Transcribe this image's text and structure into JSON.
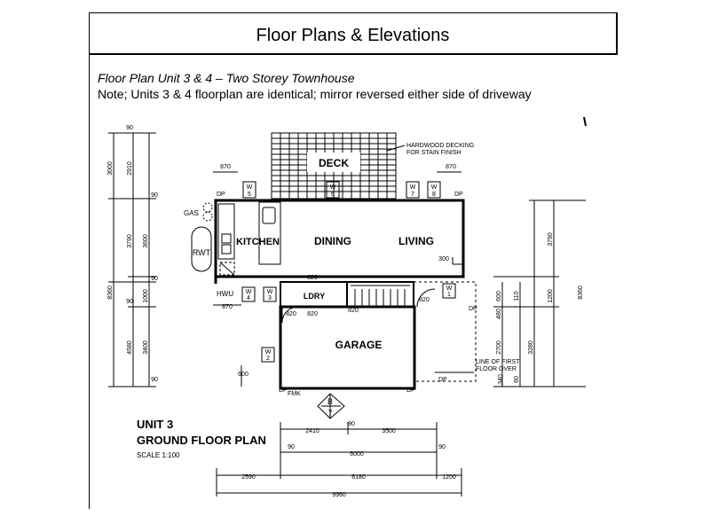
{
  "header": {
    "title": "Floor Plans & Elevations",
    "subtitle": "Floor Plan Unit 3 & 4 – Two Storey Townhouse",
    "note": "Note; Units 3 & 4 floorplan are identical; mirror reversed either side of driveway"
  },
  "plan": {
    "unit": "UNIT 3",
    "plan_name": "GROUND FLOOR PLAN",
    "scale": "SCALE 1:100",
    "rooms": {
      "deck": "DECK",
      "kitchen": "KITCHEN",
      "dining": "DINING",
      "living": "LIVING",
      "garage": "GARAGE",
      "ldry": "LDRY"
    },
    "notes": {
      "decking": "HARDWOOD DECKING",
      "decking2": "FOR STAIN FINISH",
      "first_floor": "LINE OF FIRST",
      "first_floor2": "FLOOR OVER",
      "gas": "GAS",
      "rwt": "RWT",
      "hwu": "HWU",
      "fmk": "FMK",
      "section": "B",
      "section_sheet": "7"
    },
    "windows": {
      "w5": "W",
      "w5n": "5",
      "w6": "W",
      "w6n": "6",
      "w7": "W",
      "w7n": "7",
      "w8": "W",
      "w8n": "8",
      "w3": "W",
      "w3n": "3",
      "w4": "W",
      "w4n": "4",
      "w1": "W",
      "w1n": "1",
      "w2": "W",
      "w2n": "2"
    },
    "dp": "DP",
    "dims": {
      "d870a": "870",
      "d870b": "870",
      "d870c": "870",
      "d820a": "820",
      "d820b": "820",
      "d820c": "820",
      "d820d": "820",
      "d820e": "820",
      "d300": "300",
      "d600": "600",
      "d90a": "90",
      "d90b": "90",
      "d90c": "90",
      "d90d": "90",
      "d90e": "90",
      "d90f": "90",
      "d90g": "90",
      "l3000": "3000",
      "l2910": "2910",
      "l3790": "3790",
      "l3600": "3600",
      "l8360": "8360",
      "l1000": "1000",
      "l4580": "4580",
      "l3400": "3400",
      "r3790": "3790",
      "r8360": "8360",
      "r1200": "1200",
      "r600": "600",
      "r110": "110",
      "r480": "480",
      "r2700": "2700",
      "r3280": "3280",
      "r60": "60",
      "r340": "340",
      "b2410": "2410",
      "b3500": "3500",
      "b6000": "6000",
      "b2590": "2590",
      "b6180": "6180",
      "b1200": "1200",
      "b9960": "9960"
    }
  }
}
